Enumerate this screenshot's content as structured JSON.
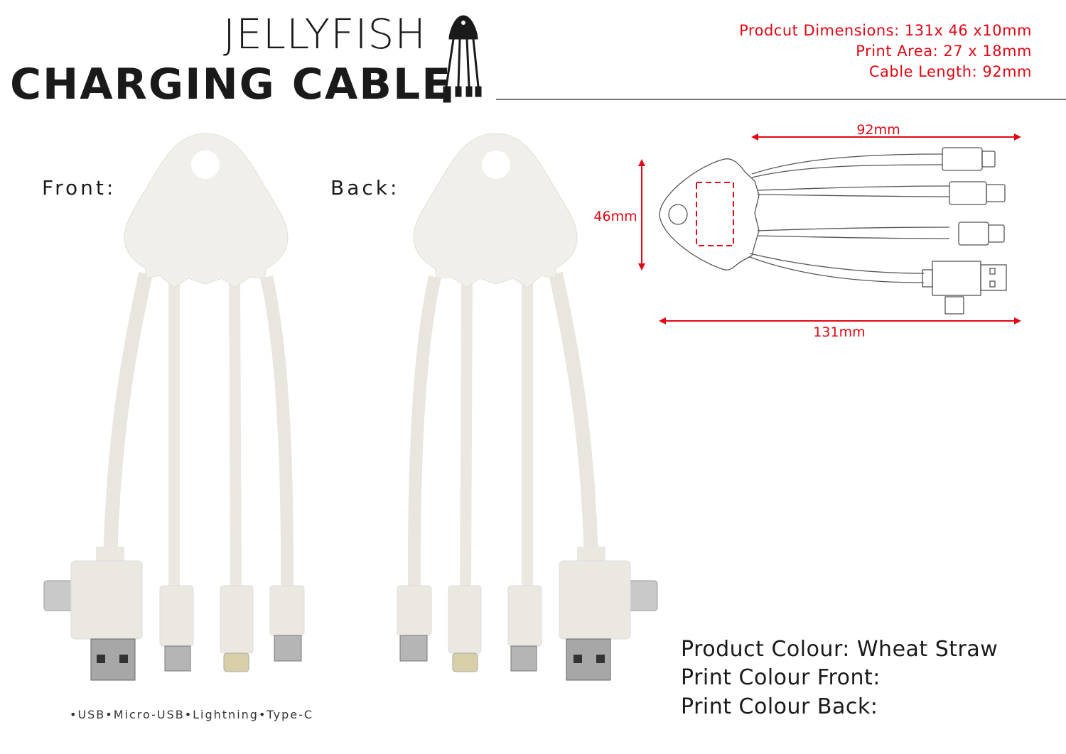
{
  "header": {
    "title_line1": "JELLYFISH",
    "title_line2": "CHARGING CABLE",
    "logo_icon": "jellyfish-cable-icon"
  },
  "specs": {
    "dimensions": "Prodcut Dimensions: 131x 46 x10mm",
    "print_area": "Print Area: 27 x 18mm",
    "cable_length": "Cable Length: 92mm"
  },
  "views": {
    "front_label": "Front:",
    "back_label": "Back:"
  },
  "diagram": {
    "cable_length_label": "92mm",
    "height_label": "46mm",
    "total_length_label": "131mm"
  },
  "connector_types": "•USB•Micro-USB•Lightning•Type-C",
  "colours": {
    "product_colour": "Product Colour: Wheat Straw",
    "print_front": "Print Colour Front:",
    "print_back": "Print Colour Back:"
  },
  "palette": {
    "accent_red": "#e30613",
    "product_body": "#f1efea",
    "text": "#1a1a1a"
  }
}
